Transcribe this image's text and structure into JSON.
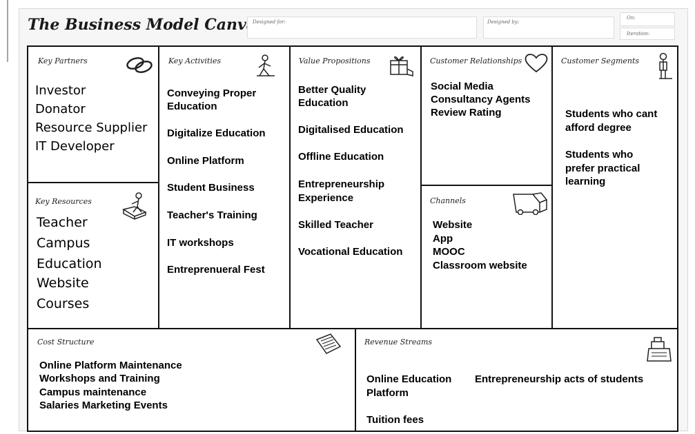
{
  "header": {
    "title": "The Business Model Canvas",
    "designed_for_label": "Designed for:",
    "designed_by_label": "Designed by:",
    "on_label": "On:",
    "iteration_label": "Iteration:"
  },
  "key_partners": {
    "label": "Key Partners",
    "icon": "chain-link-icon",
    "items": [
      "Investor",
      "Donator",
      "Resource Supplier",
      "IT Developer"
    ]
  },
  "key_activities": {
    "label": "Key Activities",
    "icon": "worker-icon",
    "items": [
      "Conveying Proper",
      "Education",
      "Digitalize Education",
      "Online Platform",
      "Student Business",
      "Teacher's Training",
      "IT workshops",
      "Entreprenueral Fest"
    ]
  },
  "value_propositions": {
    "label": "Value Propositions",
    "icon": "gift-icon",
    "items": [
      "Better Quality",
      "Education",
      "Digitalised Education",
      "Offline Education",
      "Entrepreneurship",
      "Experience",
      "Skilled Teacher",
      "Vocational Education"
    ]
  },
  "customer_relationships": {
    "label": "Customer Relationships",
    "icon": "heart-icon",
    "items": [
      "Social Media",
      "Consultancy Agents",
      "Review Rating"
    ]
  },
  "customer_segments": {
    "label": "Customer Segments",
    "icon": "person-icon",
    "items": [
      "Students who cant",
      "afford degree",
      "Students who",
      "prefer practical",
      "learning"
    ]
  },
  "key_resources": {
    "label": "Key Resources",
    "icon": "builder-icon",
    "items": [
      "Teacher",
      "Campus",
      "Education",
      "Website",
      "Courses"
    ]
  },
  "channels": {
    "label": "Channels",
    "icon": "truck-icon",
    "items": [
      "Website",
      "App",
      "MOOC",
      "Classroom website"
    ]
  },
  "cost_structure": {
    "label": "Cost Structure",
    "icon": "price-tag-icon",
    "items": [
      "Online Platform Maintenance",
      "Workshops and Training",
      "Campus maintenance",
      "Salaries  Marketing  Events"
    ]
  },
  "revenue_streams": {
    "label": "Revenue Streams",
    "icon": "cash-register-icon",
    "items": [
      "Online Education",
      "Platform",
      "Entrepreneurship acts of students",
      "Tuition fees"
    ]
  }
}
